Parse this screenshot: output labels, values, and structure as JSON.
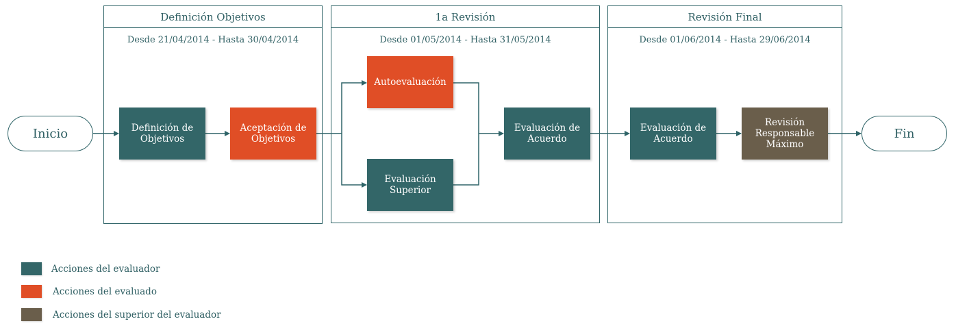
{
  "colors": {
    "line": "#2f6468",
    "evaluador": "#336668",
    "evaluado": "#e04e26",
    "superior": "#6a5e4b"
  },
  "terminals": {
    "start": "Inicio",
    "end": "Fin"
  },
  "phases": [
    {
      "title": "Definición Objetivos",
      "dates": "Desde 21/04/2014 - Hasta 30/04/2014"
    },
    {
      "title": "1a Revisión",
      "dates": "Desde 01/05/2014 - Hasta 31/05/2014"
    },
    {
      "title": "Revisión Final",
      "dates": "Desde 01/06/2014 - Hasta 29/06/2014"
    }
  ],
  "nodes": {
    "definicion": "Definición de Objetivos",
    "aceptacion": "Aceptación de Objetivos",
    "autoevaluacion": "Autoevaluación",
    "evaluacion_superior": "Evaluación Superior",
    "evaluacion_acuerdo_1": "Evaluación de Acuerdo",
    "evaluacion_acuerdo_2": "Evaluación de Acuerdo",
    "revision_responsable": "Revisión Responsable Máximo"
  },
  "legend": [
    {
      "label": "Acciones del evaluador",
      "color": "#336668"
    },
    {
      "label": "Acciones del evaluado",
      "color": "#e04e26"
    },
    {
      "label": "Acciones del superior del evaluador",
      "color": "#6a5e4b"
    }
  ]
}
